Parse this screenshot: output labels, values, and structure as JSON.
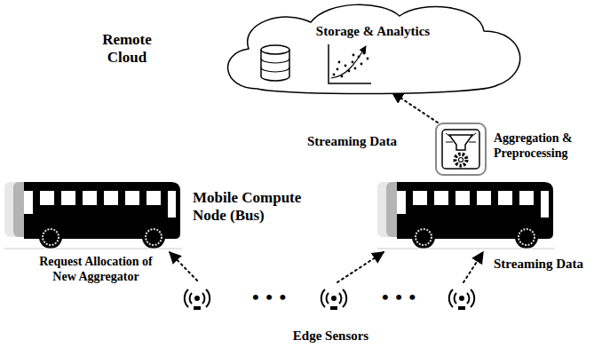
{
  "diagram": {
    "nodes": [
      {
        "text": [
          "Remote Cloud",
          "Storage & Analytics"
        ]
      },
      {
        "text": [
          "Aggregation & Preprocessing"
        ]
      },
      {
        "text": [
          "Mobile Compute Node (Bus)"
        ]
      },
      {
        "text": [
          "Edge Sensors"
        ]
      }
    ],
    "edges": [
      {
        "from": 1,
        "to": 0,
        "arrow": "to",
        "label": "Streaming Data"
      },
      {
        "from": 3,
        "to": 2,
        "arrow": "to",
        "label": "Request Allocation of New Aggregator"
      }
    ],
    "labels": [
      "Streaming Data",
      "• • •",
      "• • •"
    ]
  }
}
